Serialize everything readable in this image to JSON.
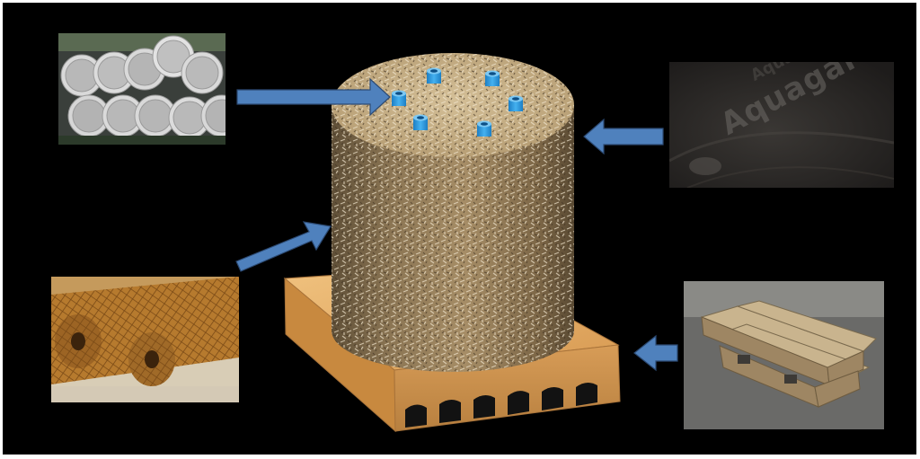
{
  "membrane": {
    "brand": "Aquagart",
    "brand_faded": "Aquagart"
  },
  "colors": {
    "background": "#000000",
    "arrow_fill": "#4f81bd",
    "arrow_stroke": "#2c4a73",
    "tube_blue": "#2f9be0",
    "wood": "#e3a45c",
    "wood_dark": "#b9803f",
    "chips": "#a89068"
  },
  "icons": [
    "pvc-pipes-photo",
    "membrane-photo",
    "wire-mesh-photo",
    "pallet-photo",
    "hempcrete-cylinder",
    "wooden-base",
    "arrow-right-icon",
    "arrow-left-icon"
  ]
}
